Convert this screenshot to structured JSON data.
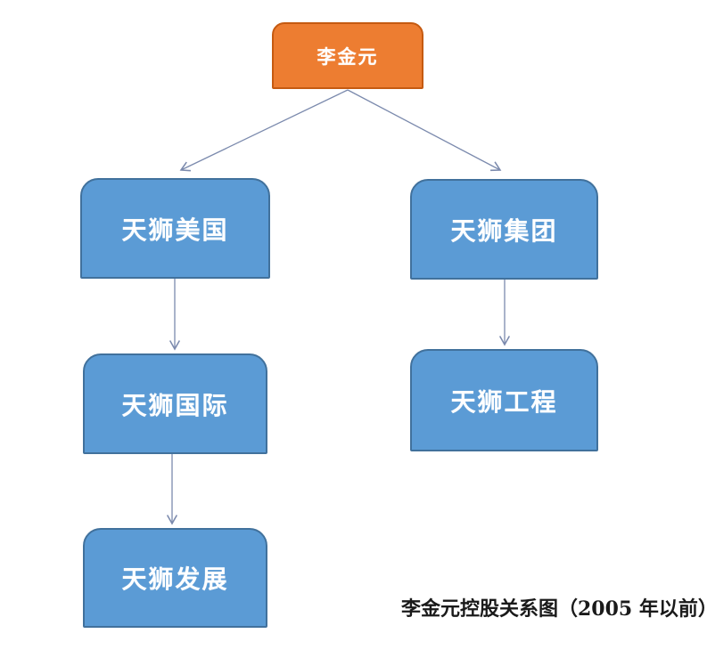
{
  "diagram": {
    "type": "org-ownership-flowchart",
    "nodes": [
      {
        "id": "li-jinyuan",
        "label": "李金元",
        "fill": "#ED7D31",
        "border": "#C55A11",
        "text_color": "#FFFFFF"
      },
      {
        "id": "tiens-usa",
        "label": "天狮美国",
        "fill": "#5B9BD5",
        "border": "#41719C",
        "text_color": "#FFFFFF"
      },
      {
        "id": "tiens-group",
        "label": "天狮集团",
        "fill": "#5B9BD5",
        "border": "#41719C",
        "text_color": "#FFFFFF"
      },
      {
        "id": "tiens-intl",
        "label": "天狮国际",
        "fill": "#5B9BD5",
        "border": "#41719C",
        "text_color": "#FFFFFF"
      },
      {
        "id": "tiens-eng",
        "label": "天狮工程",
        "fill": "#5B9BD5",
        "border": "#41719C",
        "text_color": "#FFFFFF"
      },
      {
        "id": "tiens-dev",
        "label": "天狮发展",
        "fill": "#5B9BD5",
        "border": "#41719C",
        "text_color": "#FFFFFF"
      }
    ],
    "edges": [
      {
        "from": "li-jinyuan",
        "to": "tiens-usa",
        "style": "thin-open-arrow"
      },
      {
        "from": "li-jinyuan",
        "to": "tiens-group",
        "style": "thin-open-arrow"
      },
      {
        "from": "tiens-usa",
        "to": "tiens-intl",
        "style": "thin-open-arrow"
      },
      {
        "from": "tiens-group",
        "to": "tiens-eng",
        "style": "thin-open-arrow"
      },
      {
        "from": "tiens-intl",
        "to": "tiens-dev",
        "style": "thin-open-arrow"
      }
    ],
    "arrow_color": "#7B8AAD",
    "caption": "李金元控股关系图（2005 年以前）",
    "return_mark": "↵",
    "background": "#FFFFFF"
  }
}
